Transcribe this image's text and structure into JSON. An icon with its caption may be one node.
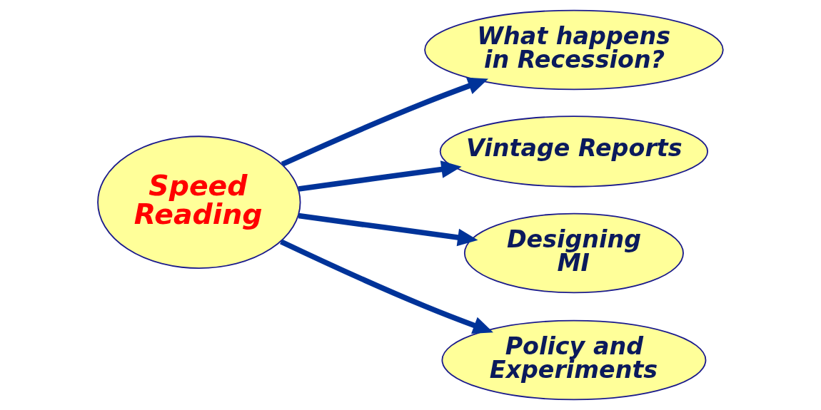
{
  "diagram": {
    "nodes": [
      {
        "text": [
          "Speed Reading"
        ]
      },
      {
        "text": [
          "What happens in Recession?"
        ]
      },
      {
        "text": [
          "Vintage Reports"
        ]
      },
      {
        "text": [
          "Designing MI"
        ]
      },
      {
        "text": [
          "Policy and Experiments"
        ]
      }
    ],
    "edges": [
      {
        "from": 0,
        "to": 1,
        "arrow": "to"
      },
      {
        "from": 0,
        "to": 2,
        "arrow": "to"
      },
      {
        "from": 0,
        "to": 3,
        "arrow": "to"
      },
      {
        "from": 0,
        "to": 4,
        "arrow": "to"
      }
    ]
  }
}
